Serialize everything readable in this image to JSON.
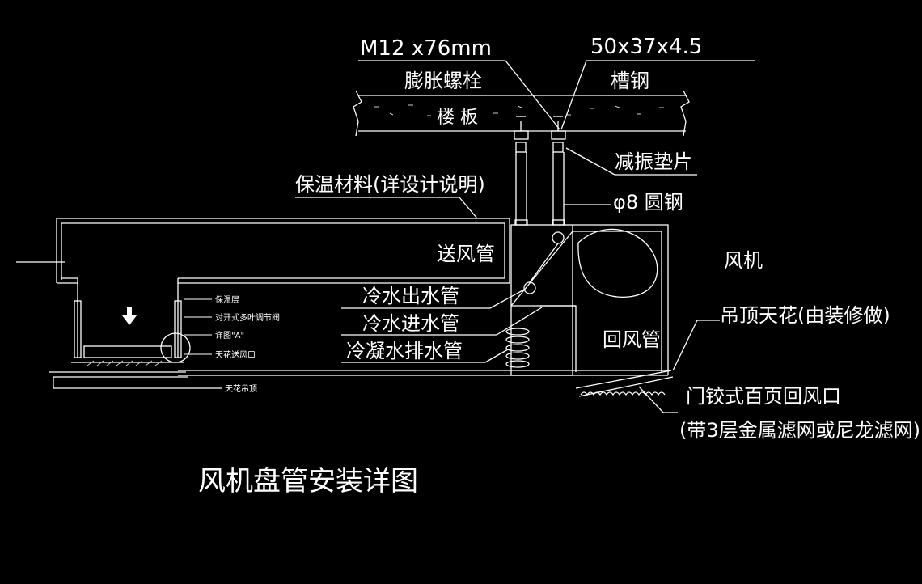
{
  "colors": {
    "background": "#000000",
    "line": "#ffffff",
    "hatch": "#cccccc"
  },
  "labels": {
    "bolt_spec": "M12 x76mm",
    "channel_spec": "50x37x4.5",
    "expansion_bolt": "膨胀螺栓",
    "channel_steel": "槽钢",
    "floor_slab": "楼 板",
    "damping_pad": "减振垫片",
    "insulation": "保温材料(详设计说明)",
    "round_steel": "φ8  圆钢",
    "supply_duct": "送风管",
    "fan": "风机",
    "chw_out": "冷水出水管",
    "chw_in": "冷水进水管",
    "condensate": "冷凝水排水管",
    "return_duct": "回风管",
    "ceiling": "吊顶天花(由装修做)",
    "grille_1": "门铰式百页回风口",
    "grille_2": "(带3层金属滤网或尼龙滤网)",
    "small_insulation": "保温层",
    "small_damper": "对开式多叶调节阀",
    "small_detail": "详图\"A\"",
    "small_diffuser": "天花送风口",
    "small_ceiling": "天花吊顶",
    "title": "风机盘管安装详图"
  }
}
